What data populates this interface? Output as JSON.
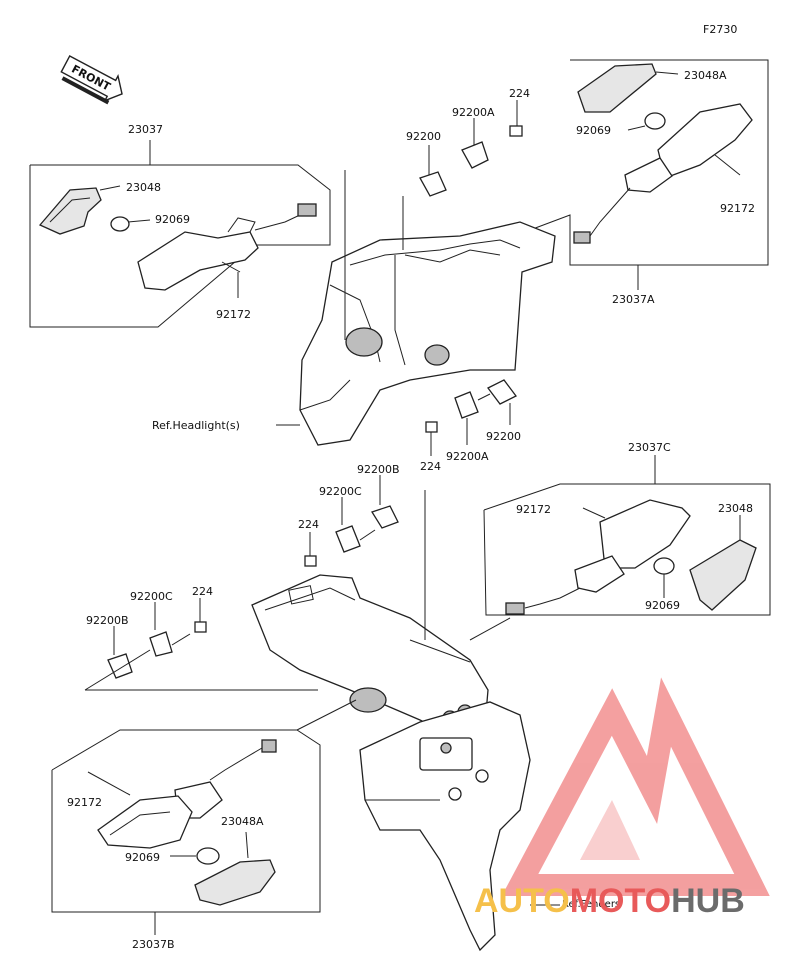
{
  "diagram_code": "F2730",
  "front_label": "FRONT",
  "callouts": {
    "c_23037": "23037",
    "c_23048_l": "23048",
    "c_92069_l": "92069",
    "c_92172_l": "92172",
    "c_23048A_tr": "23048A",
    "c_92069_tr": "92069",
    "c_92172_tr": "92172",
    "c_23037A": "23037A",
    "c_224_top": "224",
    "c_92200A_top": "92200A",
    "c_92200_top": "92200",
    "c_92200_mid": "92200",
    "c_224_mid": "224",
    "c_92200A_mid": "92200A",
    "c_92200B_top": "92200B",
    "c_92200C_top": "92200C",
    "c_224_rear": "224",
    "c_92200C_left": "92200C",
    "c_224_left": "224",
    "c_92200B_left": "92200B",
    "c_23037C": "23037C",
    "c_92172_r": "92172",
    "c_23048_r": "23048",
    "c_92069_r": "92069",
    "c_92172_bl": "92172",
    "c_23048A_bl": "23048A",
    "c_92069_bl": "92069",
    "c_23037B": "23037B"
  },
  "refs": {
    "headlight": "Ref.Headlight(s)",
    "fenders": "Ref.Fenders"
  },
  "watermark": {
    "part1": "AUTO",
    "part2": "MOTO",
    "part3": "HUB",
    "color_auto": "#f5c04a",
    "color_moto": "#e85a5a",
    "color_hub": "#6b6b6b",
    "logo_color": "#f08080"
  }
}
